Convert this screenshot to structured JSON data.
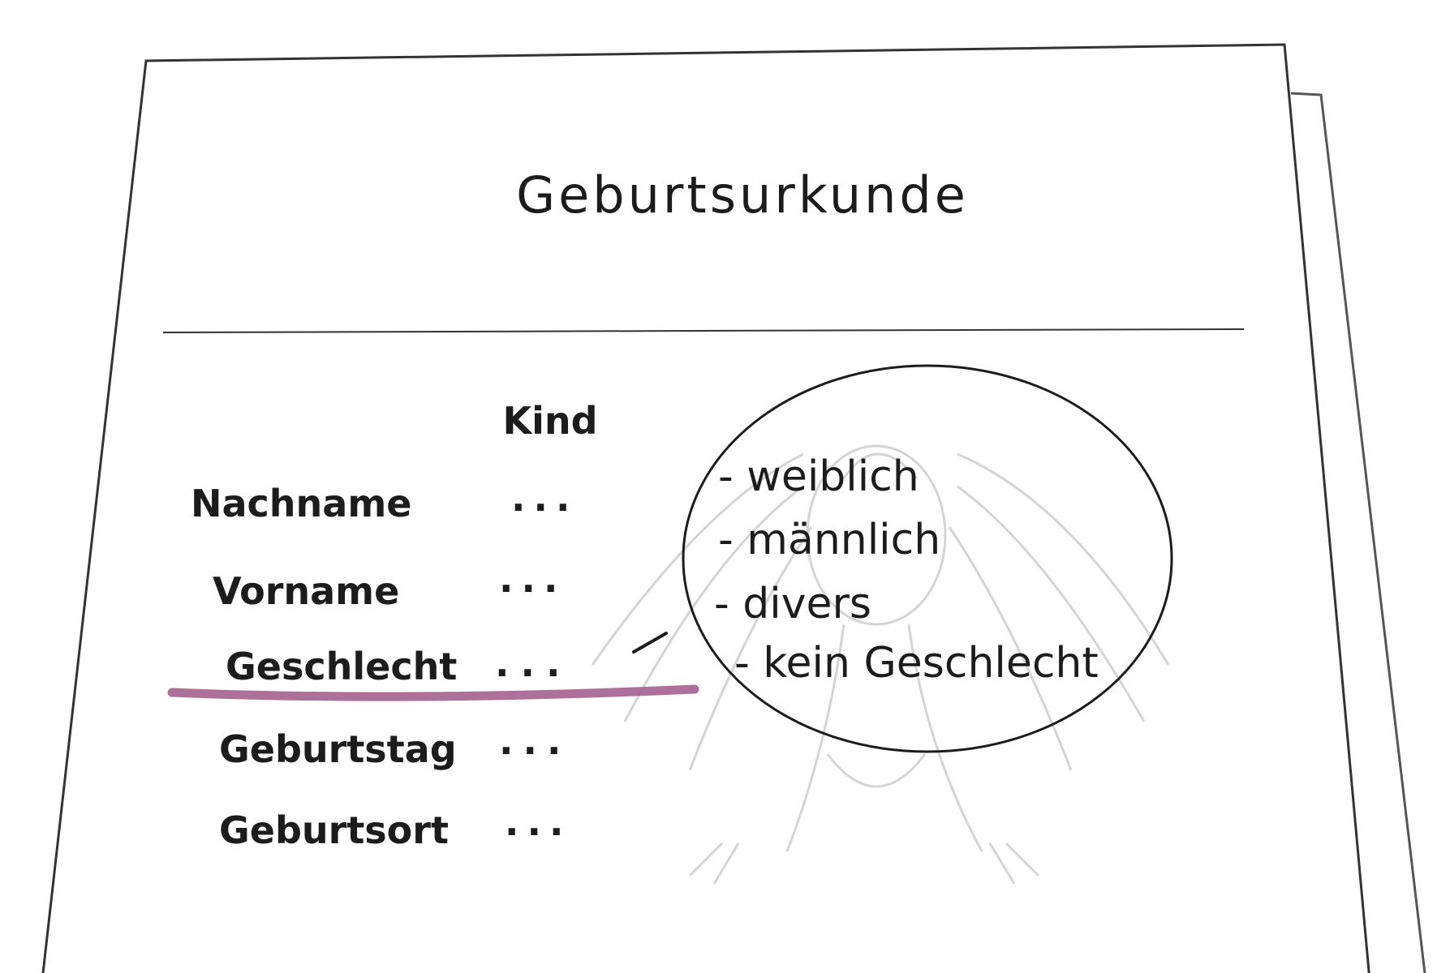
{
  "document": {
    "title": "Geburtsurkunde",
    "column_header": "Kind",
    "fields": [
      {
        "label": "Nachname",
        "value": "..."
      },
      {
        "label": "Vorname",
        "value": "..."
      },
      {
        "label": "Geschlecht",
        "value": "...",
        "highlighted": true
      },
      {
        "label": "Geburtstag",
        "value": "..."
      },
      {
        "label": "Geburtsort",
        "value": "..."
      }
    ],
    "highlight_color": "#a4608f"
  },
  "callout": {
    "options": [
      "- weiblich",
      "- männlich",
      "- divers",
      "- kein Geschlecht"
    ]
  }
}
